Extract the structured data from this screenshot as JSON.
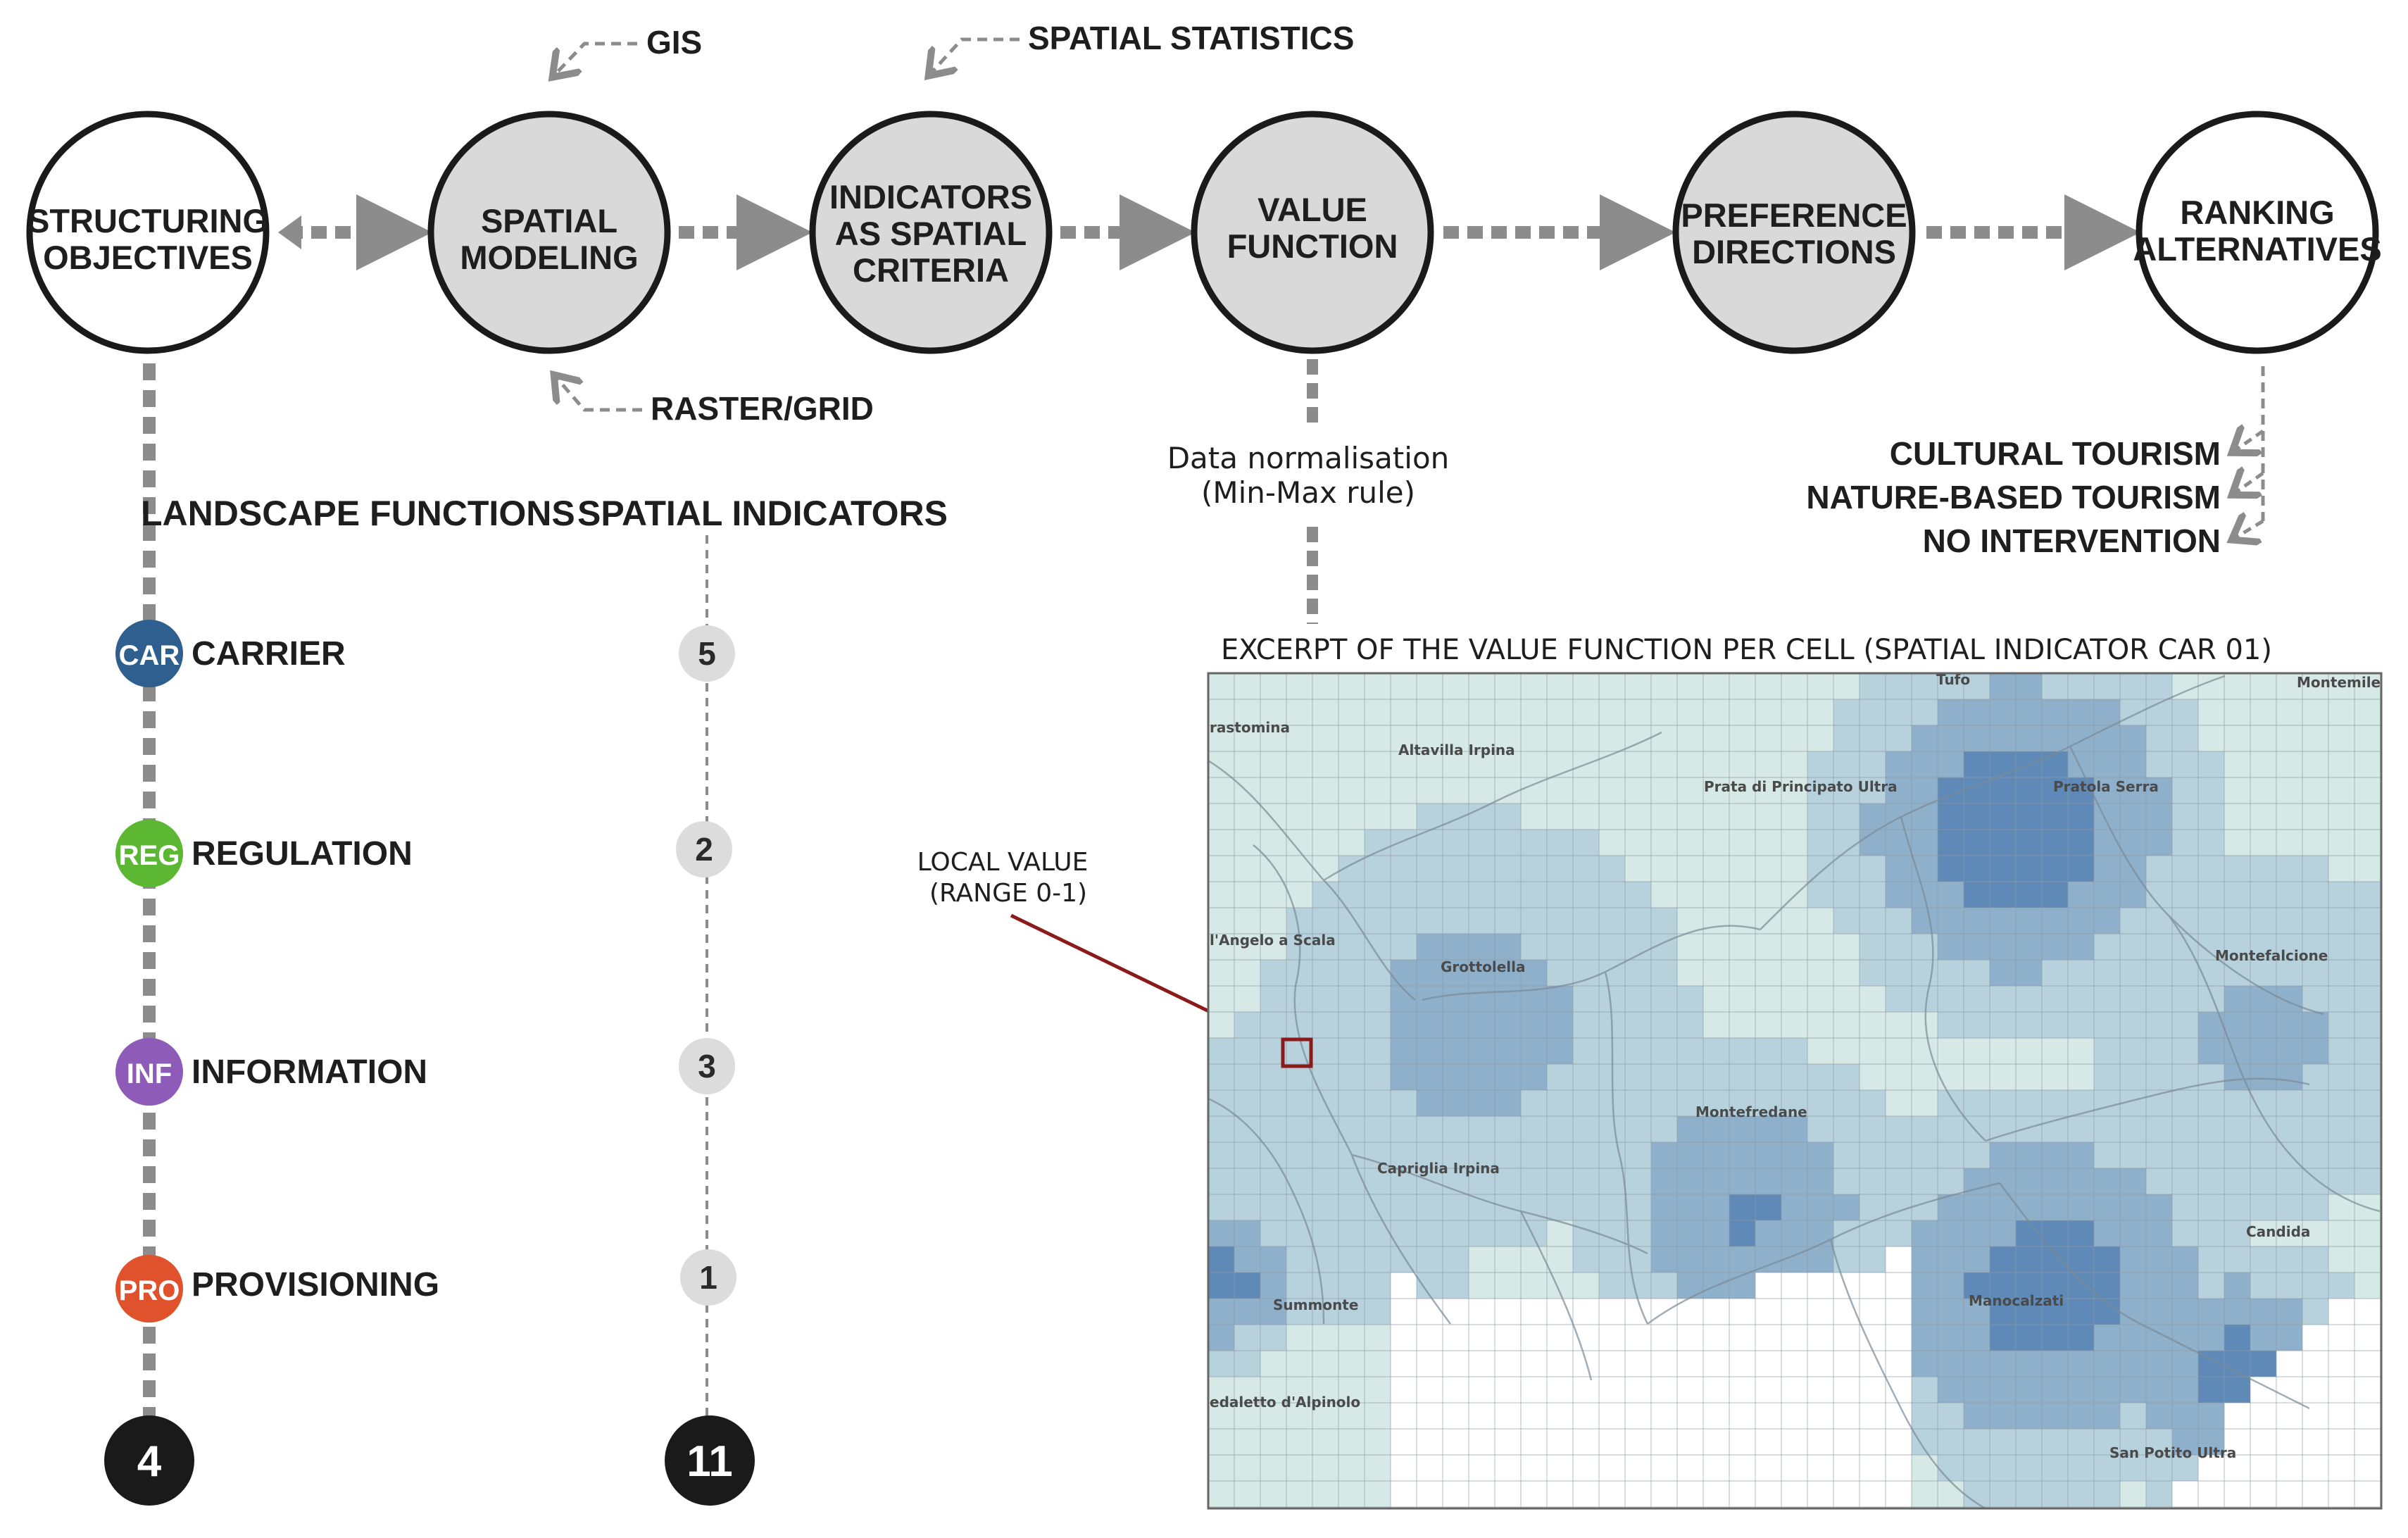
{
  "process_steps": [
    {
      "line1": "STRUCTURING",
      "line2": "OBJECTIVES",
      "line3": ""
    },
    {
      "line1": "SPATIAL",
      "line2": "MODELING",
      "line3": ""
    },
    {
      "line1": "INDICATORS",
      "line2": "AS SPATIAL",
      "line3": "CRITERIA"
    },
    {
      "line1": "VALUE",
      "line2": "FUNCTION",
      "line3": ""
    },
    {
      "line1": "PREFERENCE",
      "line2": "DIRECTIONS",
      "line3": ""
    },
    {
      "line1": "RANKING",
      "line2": "ALTERNATIVES",
      "line3": ""
    }
  ],
  "tools": {
    "gis": "GIS",
    "spatial_statistics": "SPATIAL STATISTICS",
    "raster_grid": "RASTER/GRID"
  },
  "normalisation": {
    "line1": "Data normalisation",
    "line2": "(Min-Max rule)"
  },
  "alternatives": [
    "CULTURAL TOURISM",
    "NATURE-BASED TOURISM",
    "NO INTERVENTION"
  ],
  "columns": {
    "landscape_functions": "LANDSCAPE FUNCTIONS",
    "spatial_indicators": "SPATIAL INDICATORS"
  },
  "functions": [
    {
      "code": "CAR",
      "name": "CARRIER",
      "color": "#2f5f8f",
      "indicator_count": "5"
    },
    {
      "code": "REG",
      "name": "REGULATION",
      "color": "#5cb833",
      "indicator_count": "2"
    },
    {
      "code": "INF",
      "name": "INFORMATION",
      "color": "#8e5cb8",
      "indicator_count": "3"
    },
    {
      "code": "PRO",
      "name": "PROVISIONING",
      "color": "#e0522b",
      "indicator_count": "1"
    }
  ],
  "totals": {
    "functions": "4",
    "indicators": "11"
  },
  "map": {
    "title": "EXCERPT OF THE VALUE FUNCTION PER CELL (SPATIAL INDICATOR CAR 01)",
    "local_value_line1": "LOCAL VALUE",
    "local_value_line2": "(RANGE 0-1)",
    "place_names": [
      "Tufo",
      "Montemiletto",
      "rastomina",
      "Altavilla Irpina",
      "Prata di Principato Ultra",
      "Pratola Serra",
      "l'Angelo a Scala",
      "Grottolella",
      "Montefalcione",
      "Montefredane",
      "Capriglia Irpina",
      "Candida",
      "Summonte",
      "Manocalzati",
      "edaletto d'Alpinolo",
      "San Potito Ultra"
    ],
    "palette": [
      "#d7e9e6",
      "#b7d2dd",
      "#8fb0cb",
      "#5f89b7"
    ]
  }
}
